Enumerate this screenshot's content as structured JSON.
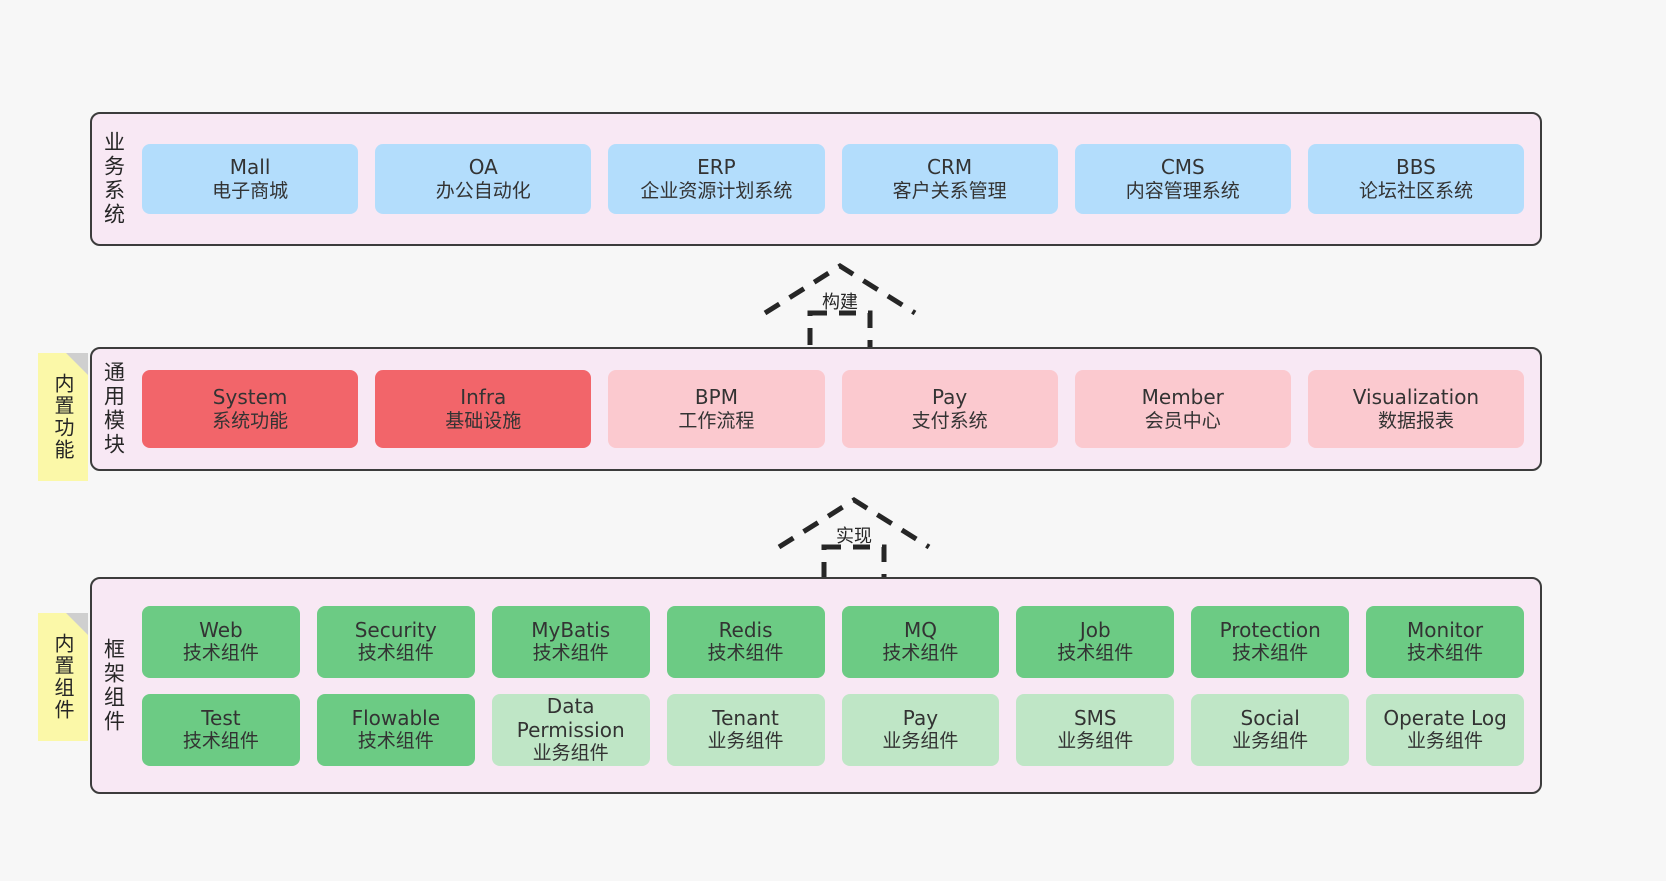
{
  "diagram": {
    "title": "",
    "background": "#f7f7f7",
    "layers": [
      {
        "key": "business",
        "title": "业务系统",
        "note": null,
        "rows": [
          {
            "style": "n-blue",
            "nodes": [
              {
                "en": "Mall",
                "cn": "电子商城"
              },
              {
                "en": "OA",
                "cn": "办公自动化"
              },
              {
                "en": "ERP",
                "cn": "企业资源计划系统"
              },
              {
                "en": "CRM",
                "cn": "客户关系管理"
              },
              {
                "en": "CMS",
                "cn": "内容管理系统"
              },
              {
                "en": "BBS",
                "cn": "论坛社区系统"
              }
            ]
          }
        ]
      },
      {
        "key": "common",
        "title": "通用模块",
        "note": "内置功能",
        "rows": [
          {
            "style": "mixed",
            "nodes": [
              {
                "en": "System",
                "cn": "系统功能",
                "style": "n-red"
              },
              {
                "en": "Infra",
                "cn": "基础设施",
                "style": "n-red"
              },
              {
                "en": "BPM",
                "cn": "工作流程",
                "style": "n-pink"
              },
              {
                "en": "Pay",
                "cn": "支付系统",
                "style": "n-pink"
              },
              {
                "en": "Member",
                "cn": "会员中心",
                "style": "n-pink"
              },
              {
                "en": "Visualization",
                "cn": "数据报表",
                "style": "n-pink"
              }
            ]
          }
        ]
      },
      {
        "key": "framework",
        "title": "框架组件",
        "note": "内置组件",
        "rows": [
          {
            "style": "n-green",
            "nodes": [
              {
                "en": "Web",
                "cn": "技术组件"
              },
              {
                "en": "Security",
                "cn": "技术组件"
              },
              {
                "en": "MyBatis",
                "cn": "技术组件"
              },
              {
                "en": "Redis",
                "cn": "技术组件"
              },
              {
                "en": "MQ",
                "cn": "技术组件"
              },
              {
                "en": "Job",
                "cn": "技术组件"
              },
              {
                "en": "Protection",
                "cn": "技术组件"
              },
              {
                "en": "Monitor",
                "cn": "技术组件"
              }
            ]
          },
          {
            "style": "mixed",
            "nodes": [
              {
                "en": "Test",
                "cn": "技术组件",
                "style": "n-green"
              },
              {
                "en": "Flowable",
                "cn": "技术组件",
                "style": "n-green"
              },
              {
                "en": "Data Permission",
                "cn": "业务组件",
                "style": "n-lightgreen"
              },
              {
                "en": "Tenant",
                "cn": "业务组件",
                "style": "n-lightgreen"
              },
              {
                "en": "Pay",
                "cn": "业务组件",
                "style": "n-lightgreen"
              },
              {
                "en": "SMS",
                "cn": "业务组件",
                "style": "n-lightgreen"
              },
              {
                "en": "Social",
                "cn": "业务组件",
                "style": "n-lightgreen"
              },
              {
                "en": "Operate Log",
                "cn": "业务组件",
                "style": "n-lightgreen"
              }
            ]
          }
        ]
      }
    ],
    "arrows": [
      {
        "key": "build",
        "label": "构建",
        "from": "common",
        "to": "business"
      },
      {
        "key": "realize",
        "label": "实现",
        "from": "framework",
        "to": "common"
      }
    ],
    "colors": {
      "layer_bg": "#f8e8f4",
      "layer_border": "#3c3c3c",
      "blue": "#b3ddfc",
      "red": "#f2656a",
      "pink": "#fbc9cf",
      "green": "#6ccb84",
      "light_green": "#bfe6c6",
      "note_bg": "#fbf8a8",
      "note_fold": "#cfcfcf",
      "text": "#333333"
    }
  }
}
